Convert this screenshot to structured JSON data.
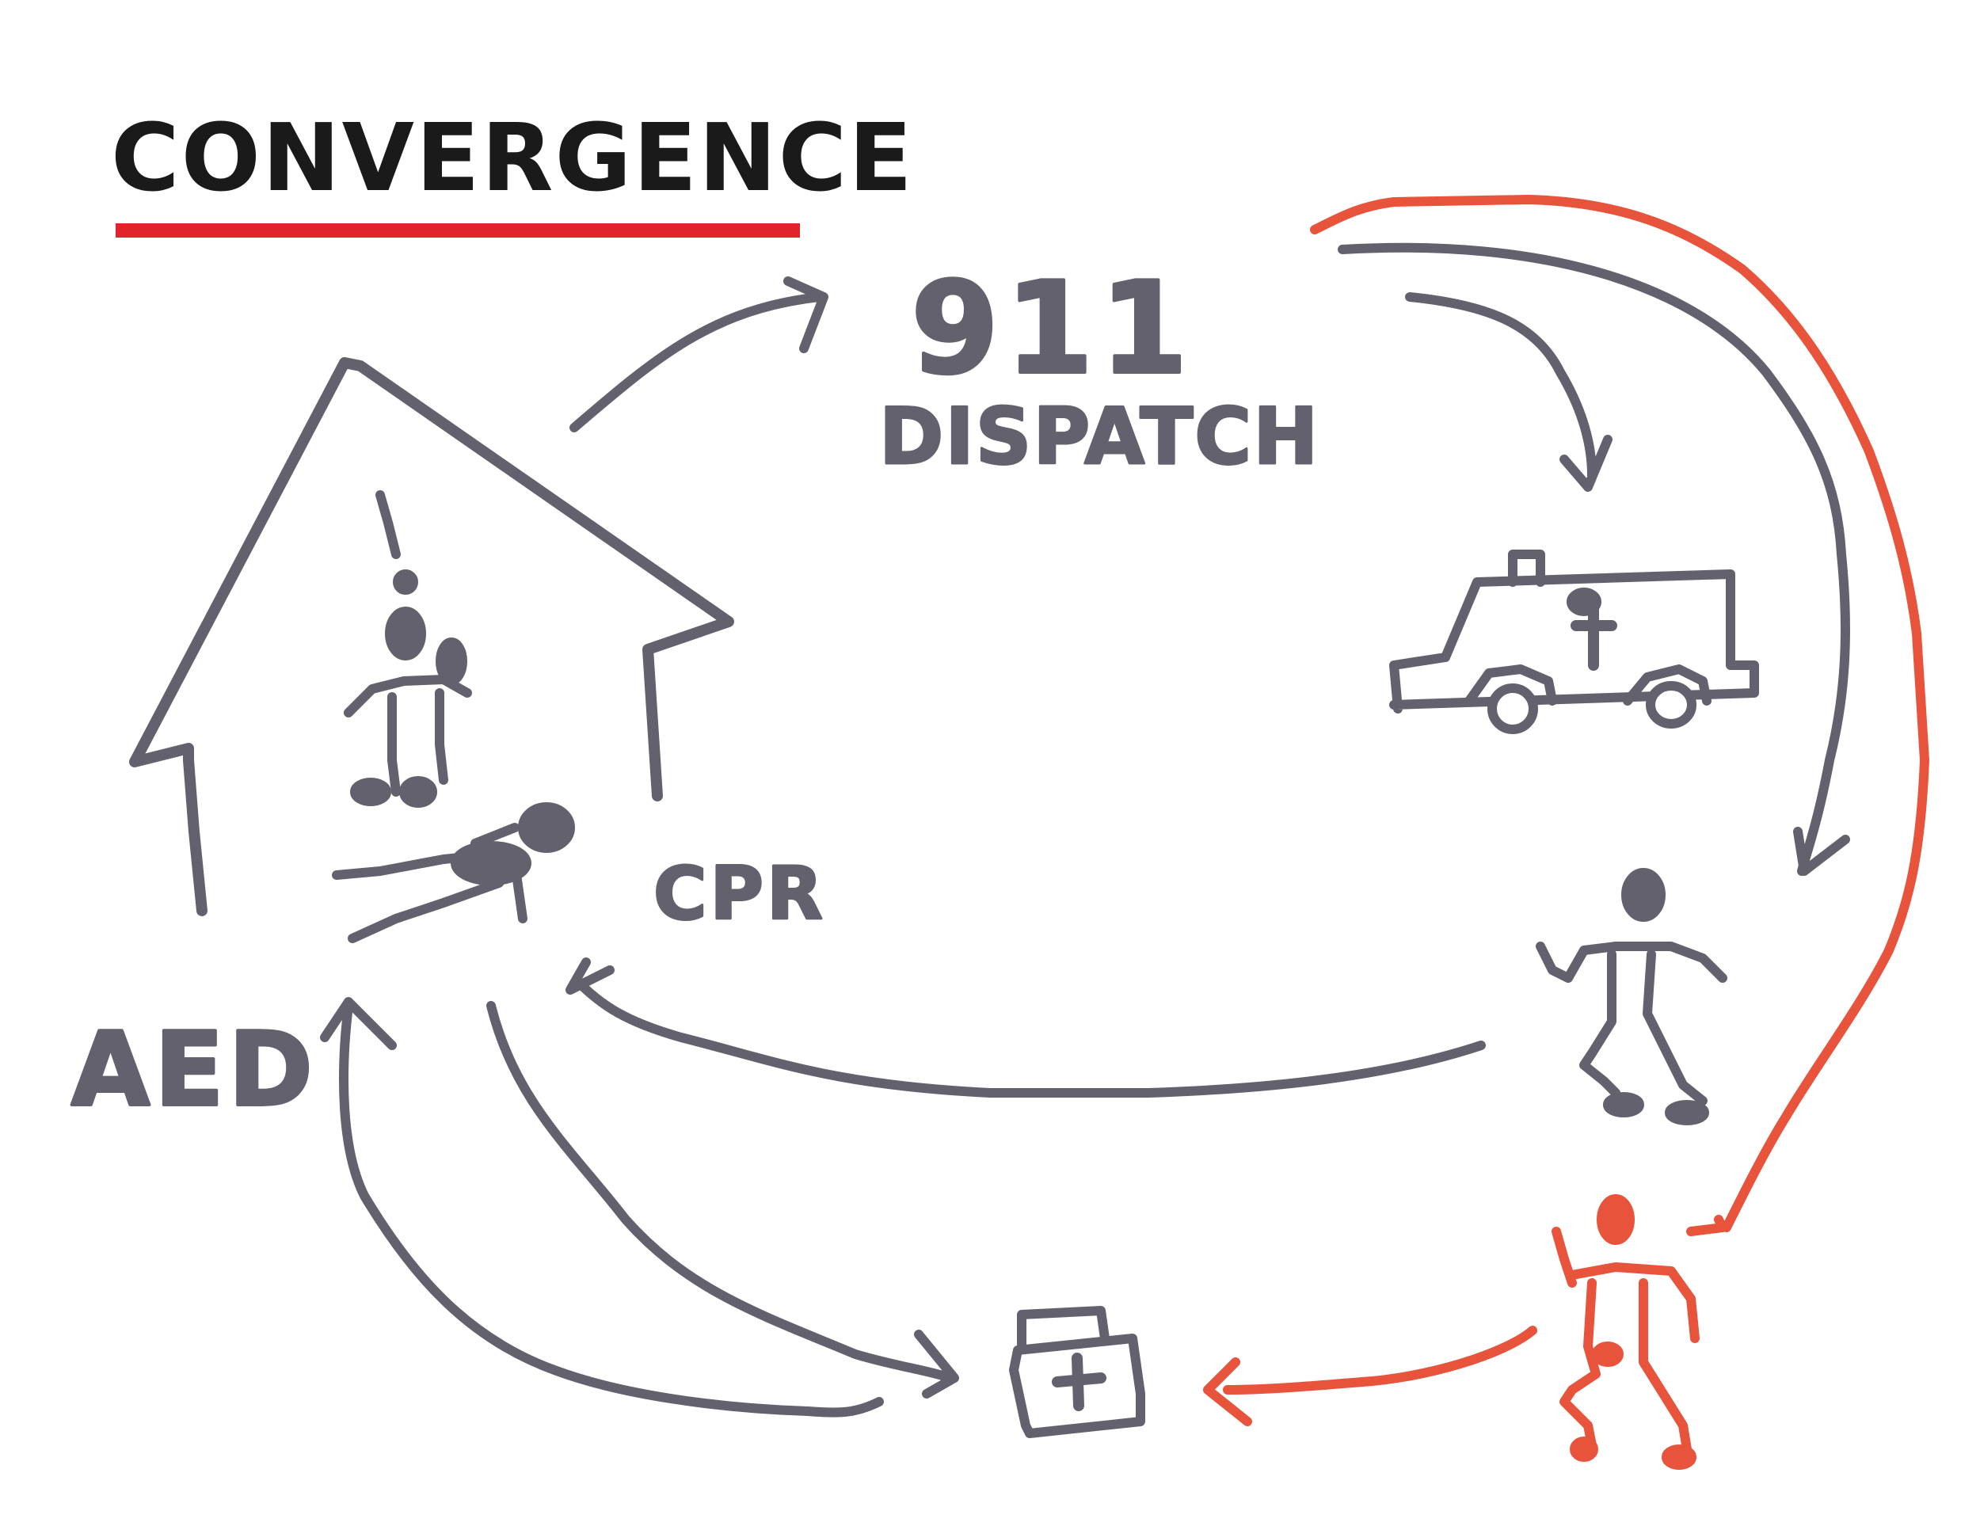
{
  "title": "CONVERGENCE",
  "labels": {
    "dispatch_number": "911",
    "dispatch_word": "DISPATCH",
    "cpr": "CPR",
    "aed": "AED"
  },
  "icons": [
    "house-icon",
    "bystander-icon",
    "victim-icon",
    "ambulance-icon",
    "responder-icon",
    "volunteer-responder-icon",
    "aed-kit-icon"
  ],
  "colors": {
    "ink": "#62616d",
    "accent": "#e8533c",
    "title_underline": "#e0242a",
    "title_text": "#1a1a1a"
  }
}
